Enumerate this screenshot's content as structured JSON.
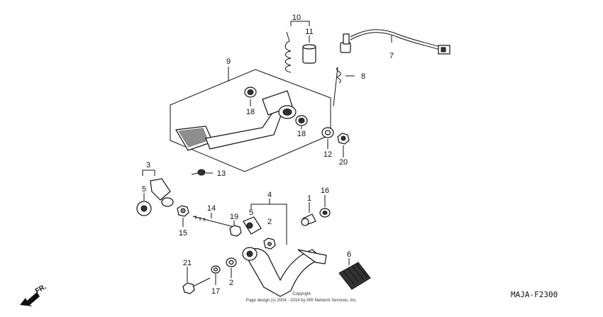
{
  "labels": {
    "p1": "1",
    "p2a": "2",
    "p2b": "2",
    "p3": "3",
    "p4": "4",
    "p5a": "5",
    "p5b": "5",
    "p6": "6",
    "p7": "7",
    "p8": "8",
    "p9": "9",
    "p10": "10",
    "p11": "11",
    "p12": "12",
    "p13": "13",
    "p14": "14",
    "p15": "15",
    "p16": "16",
    "p17": "17",
    "p18a": "18",
    "p18b": "18",
    "p19": "19",
    "p20": "20",
    "p21": "21"
  },
  "direction_marker": "FR.",
  "diagram_code": "MAJA-F2300",
  "copyright": {
    "line1": "Copyright",
    "line2": "Page design (c) 2004 - 2014 by ARI Network Services, Inc."
  }
}
